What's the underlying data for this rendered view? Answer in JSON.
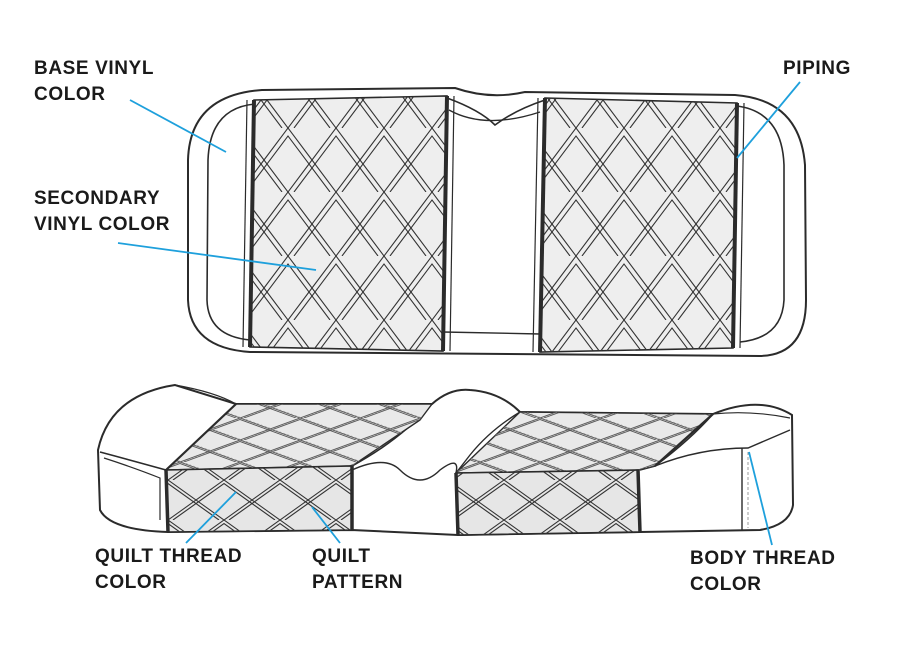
{
  "labels": {
    "base_vinyl": [
      "BASE VINYL",
      "COLOR"
    ],
    "piping": [
      "PIPING"
    ],
    "secondary_vinyl": [
      "SECONDARY",
      "VINYL COLOR"
    ],
    "quilt_thread": [
      "QUILT THREAD",
      "COLOR"
    ],
    "quilt_pattern": [
      "QUILT",
      "PATTERN"
    ],
    "body_thread": [
      "BODY THREAD",
      "COLOR"
    ]
  },
  "colors": {
    "outline": "#2b2b2b",
    "panel_fill": "#e6e6e6",
    "pattern_line": "#3a3a3a",
    "thread_line": "#9a9a9a",
    "leader_line": "#1ea0dc",
    "label_text": "#1a1a1a"
  }
}
